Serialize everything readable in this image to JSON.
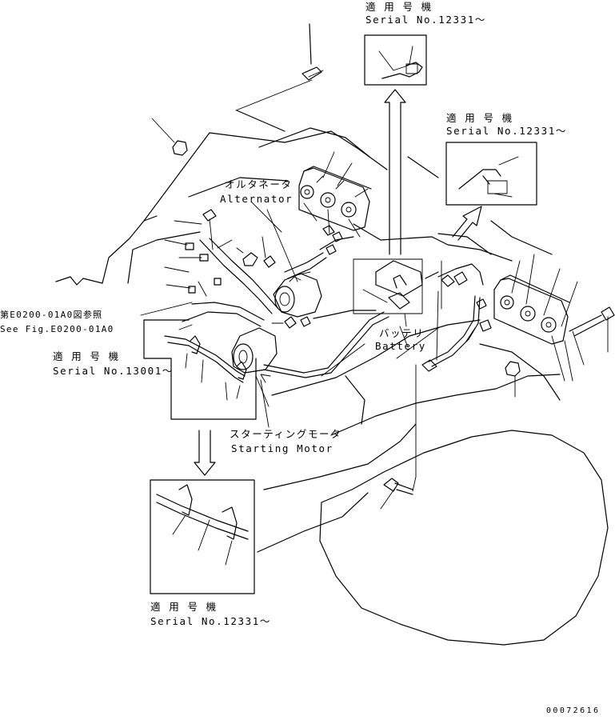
{
  "labels": {
    "serial_top_jp": "適 用 号 機",
    "serial_top_en": "Serial No.12331～",
    "serial_right_jp": "適 用 号 機",
    "serial_right_en": "Serial No.12331～",
    "alternator_jp": "オルタネータ",
    "alternator_en": "Alternator",
    "see_fig_jp": "第E0200-01A0図参照",
    "see_fig_en": "See Fig.E0200-01A0",
    "serial_left_jp": "適 用 号 機",
    "serial_left_en": "Serial No.13001～",
    "battery_jp": "バッテリ",
    "battery_en": "Battery",
    "starting_motor_jp": "スターティングモータ",
    "starting_motor_en": "Starting Motor",
    "serial_bottom_jp": "適 用 号 機",
    "serial_bottom_en": "Serial No.12331～",
    "drawing_id": "00072616"
  }
}
